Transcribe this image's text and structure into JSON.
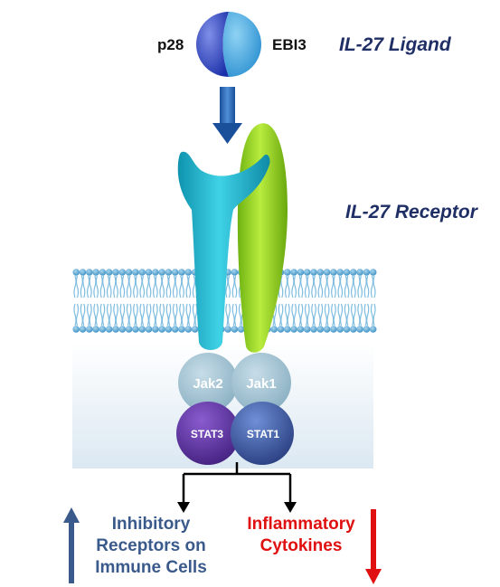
{
  "ligand": {
    "title": "IL-27 Ligand",
    "subunit_left": "p28",
    "subunit_right": "EBI3"
  },
  "receptor": {
    "title": "IL-27 Receptor"
  },
  "kinases": {
    "left": "Jak2",
    "right": "Jak1"
  },
  "stats": {
    "left": "STAT3",
    "right": "STAT1"
  },
  "outcomes": {
    "up": {
      "line1": "Inhibitory",
      "line2": "Receptors on",
      "line3": "Immune Cells",
      "direction": "up",
      "color": "#3a5a8c"
    },
    "down": {
      "line1": "Inflammatory",
      "line2": "Cytokines",
      "direction": "down",
      "color": "#e01010"
    }
  },
  "colors": {
    "title": "#1f2f66",
    "membrane_heads": "#5aa9d6",
    "receptor_cyan": "#1cb8d0",
    "receptor_green": "#8fd11c",
    "jak": "#9fc4d4",
    "stat3": "#5e2f9e",
    "stat1": "#3a5aa6"
  }
}
